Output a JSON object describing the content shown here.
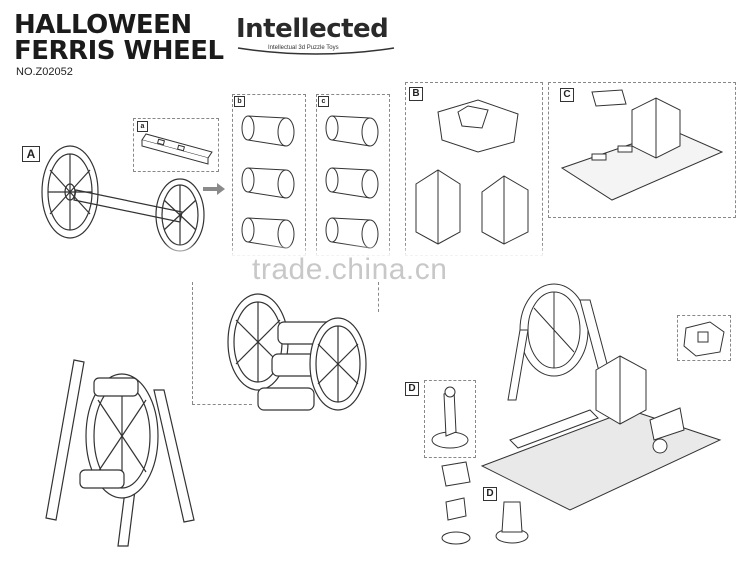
{
  "header": {
    "title_line1": "HALLOWEEN",
    "title_line2": "FERRIS WHEEL",
    "model_number": "NO.Z02052"
  },
  "brand": {
    "name": "Intellected",
    "tagline": "Intellectual 3d Puzzle Toys"
  },
  "watermark": "trade.china.cn",
  "step_labels": {
    "a_big": "A",
    "a_small": "a",
    "b_small": "b",
    "c_small": "c",
    "b_big": "B",
    "c_big": "C",
    "d_big_1": "D",
    "d_big_2": "D"
  },
  "icons": {
    "arrow": "right-arrow-icon"
  },
  "colors": {
    "line": "#333333",
    "dashed": "#888888",
    "arrow": "#8a8a8a",
    "board": "#e9e9e9"
  }
}
